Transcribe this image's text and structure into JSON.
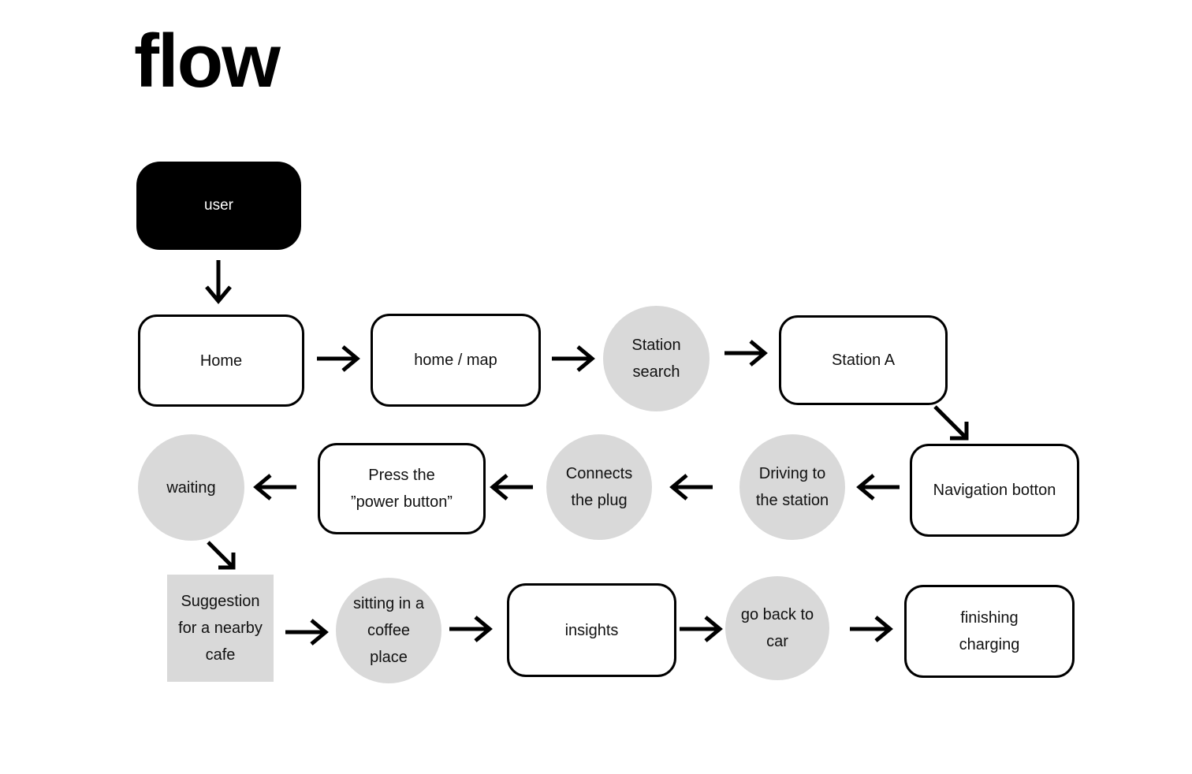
{
  "title": "flow",
  "colors": {
    "ink": "#000000",
    "label": "#111111",
    "node_gray": "#d9d9d9",
    "node_white": "#ffffff",
    "canvas": "#ffffff"
  },
  "nodes": {
    "user": {
      "label": "user"
    },
    "home": {
      "label": "Home"
    },
    "home_map": {
      "label": "home / map"
    },
    "station_search": {
      "lines": [
        "Station",
        "search"
      ]
    },
    "station_a": {
      "label": "Station A"
    },
    "navigation_botton": {
      "label": "Navigation botton"
    },
    "driving": {
      "lines": [
        "Driving to",
        "the station"
      ]
    },
    "connects": {
      "lines": [
        "Connects",
        "the plug"
      ]
    },
    "press_power": {
      "lines": [
        "Press the",
        "”power button”"
      ]
    },
    "waiting": {
      "label": "waiting"
    },
    "suggestion": {
      "lines": [
        "Suggestion",
        "for a nearby",
        "cafe"
      ]
    },
    "coffee": {
      "lines": [
        "sitting in a",
        "coffee",
        "place"
      ]
    },
    "insights": {
      "label": "insights"
    },
    "go_back": {
      "lines": [
        "go back to",
        "car"
      ]
    },
    "finishing": {
      "lines": [
        "finishing",
        "charging"
      ]
    }
  },
  "edges": [
    {
      "from": "user",
      "to": "home"
    },
    {
      "from": "home",
      "to": "home_map"
    },
    {
      "from": "home_map",
      "to": "station_search"
    },
    {
      "from": "station_search",
      "to": "station_a"
    },
    {
      "from": "station_a",
      "to": "navigation_botton"
    },
    {
      "from": "navigation_botton",
      "to": "driving"
    },
    {
      "from": "driving",
      "to": "connects"
    },
    {
      "from": "connects",
      "to": "press_power"
    },
    {
      "from": "press_power",
      "to": "waiting"
    },
    {
      "from": "waiting",
      "to": "suggestion"
    },
    {
      "from": "suggestion",
      "to": "coffee"
    },
    {
      "from": "coffee",
      "to": "insights"
    },
    {
      "from": "insights",
      "to": "go_back"
    },
    {
      "from": "go_back",
      "to": "finishing"
    }
  ]
}
